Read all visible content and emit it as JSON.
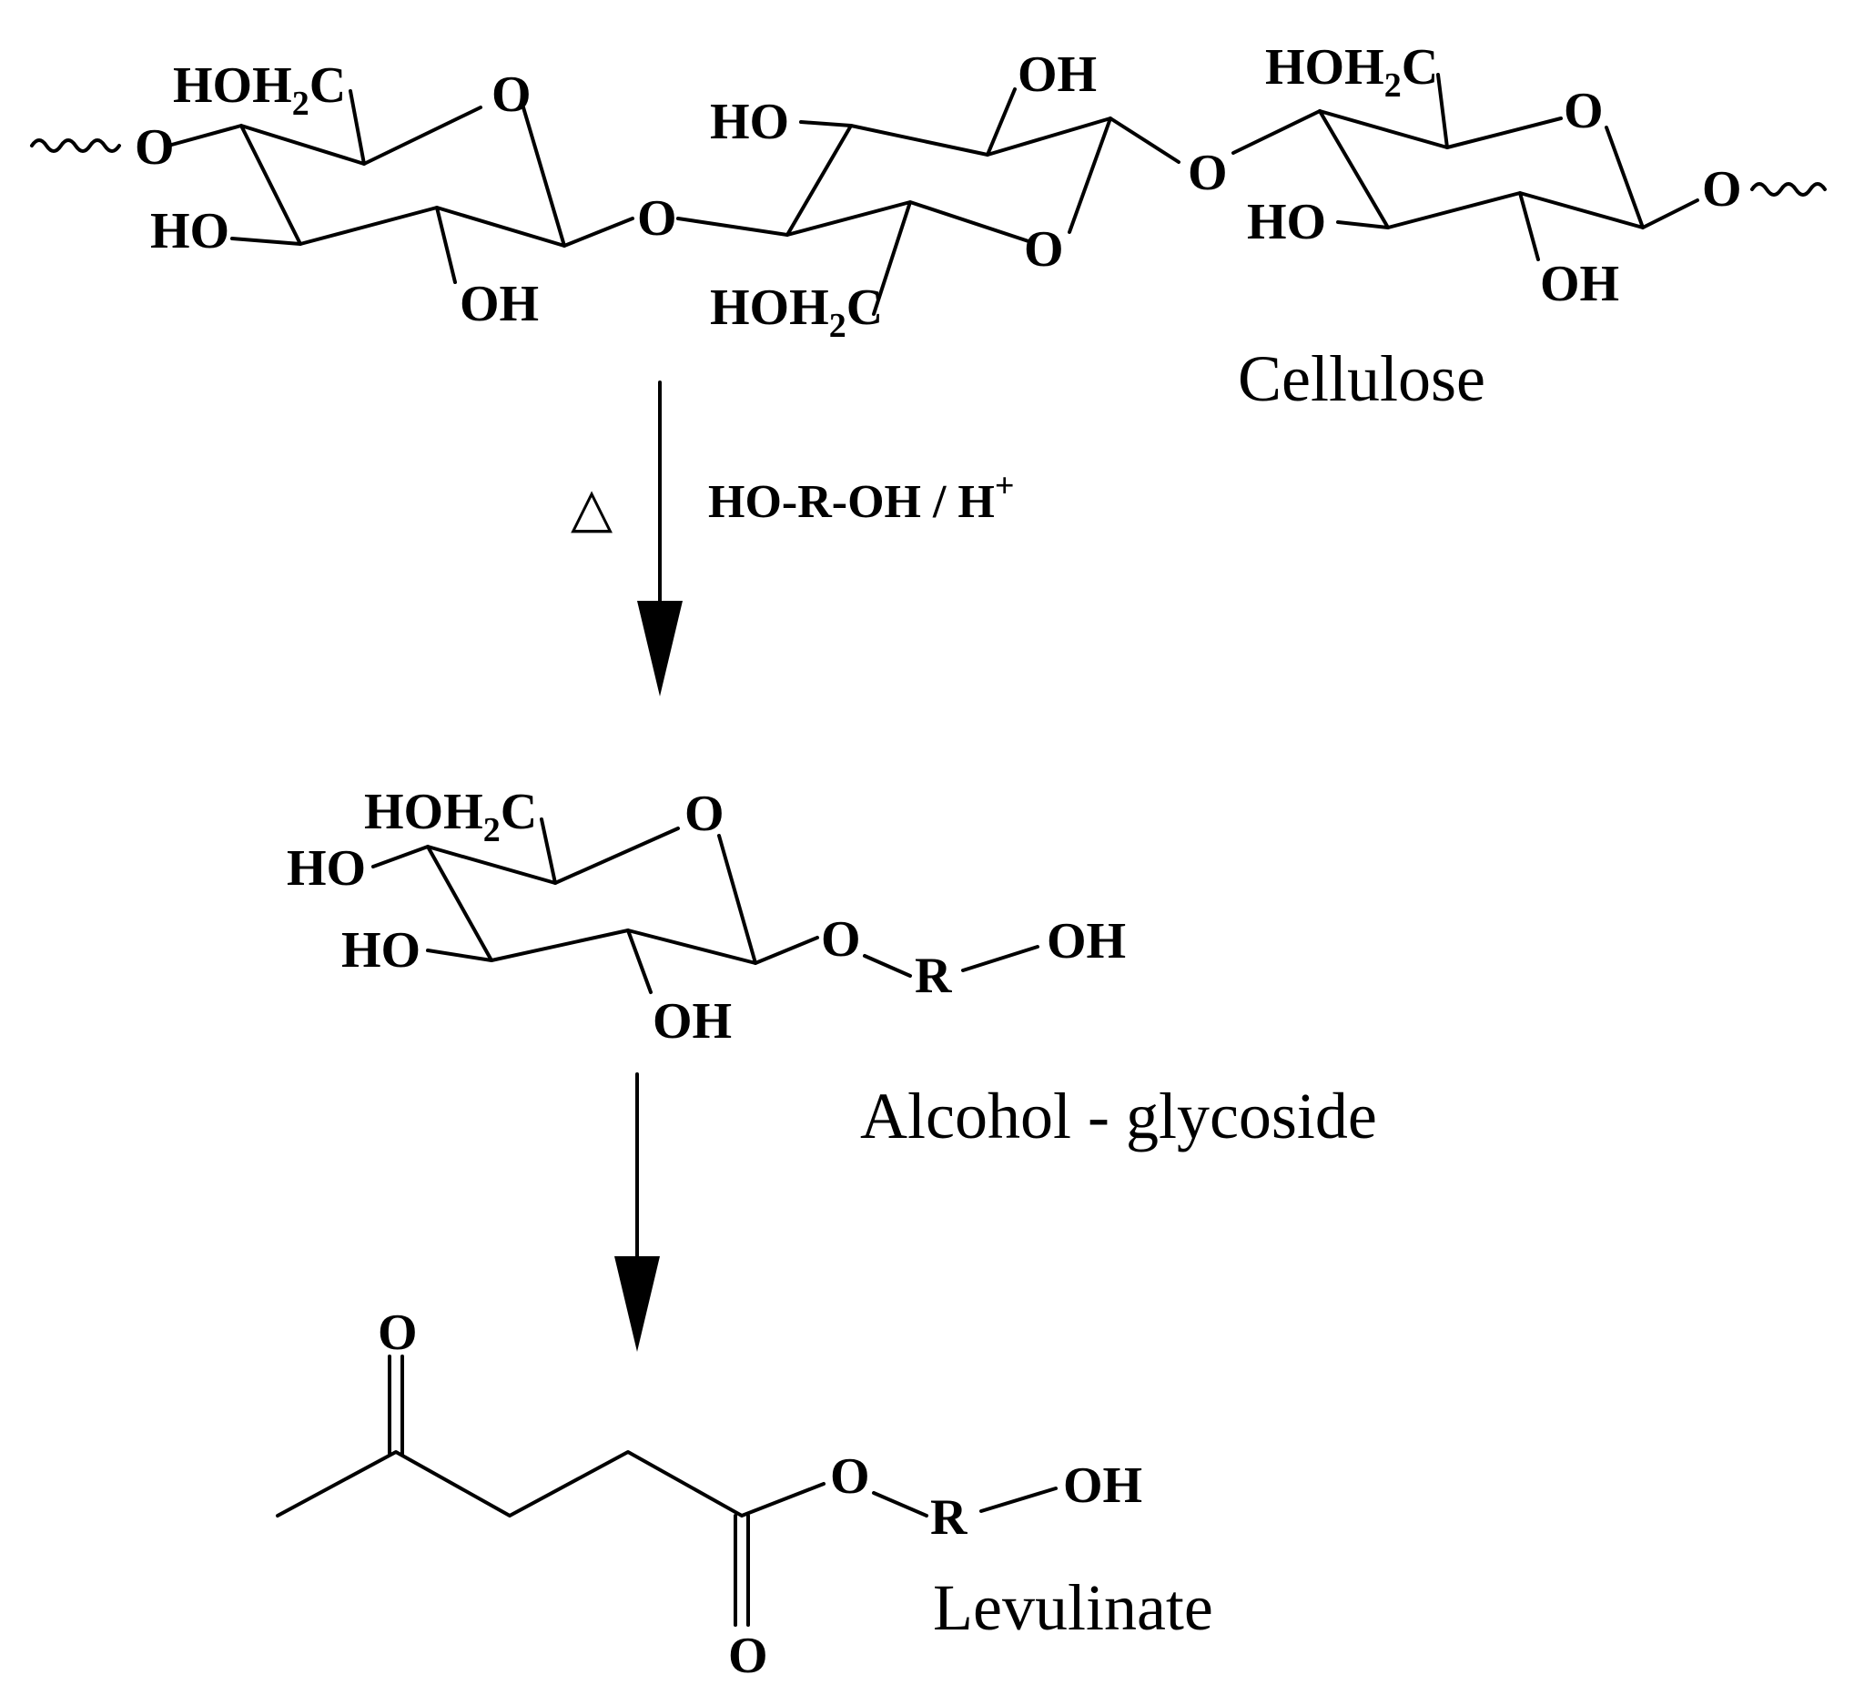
{
  "atoms": {
    "O": "O",
    "OH": "OH",
    "HO": "HO",
    "HOH": "HOH",
    "C": "C",
    "sub2": "2",
    "R": "R"
  },
  "reagents": {
    "text": "HO-R-OH / H",
    "charge": "+"
  },
  "heat_symbol": "△",
  "labels": {
    "cellulose": "Cellulose",
    "glycoside": "Alcohol - glycoside",
    "levulinate": "Levulinate"
  }
}
